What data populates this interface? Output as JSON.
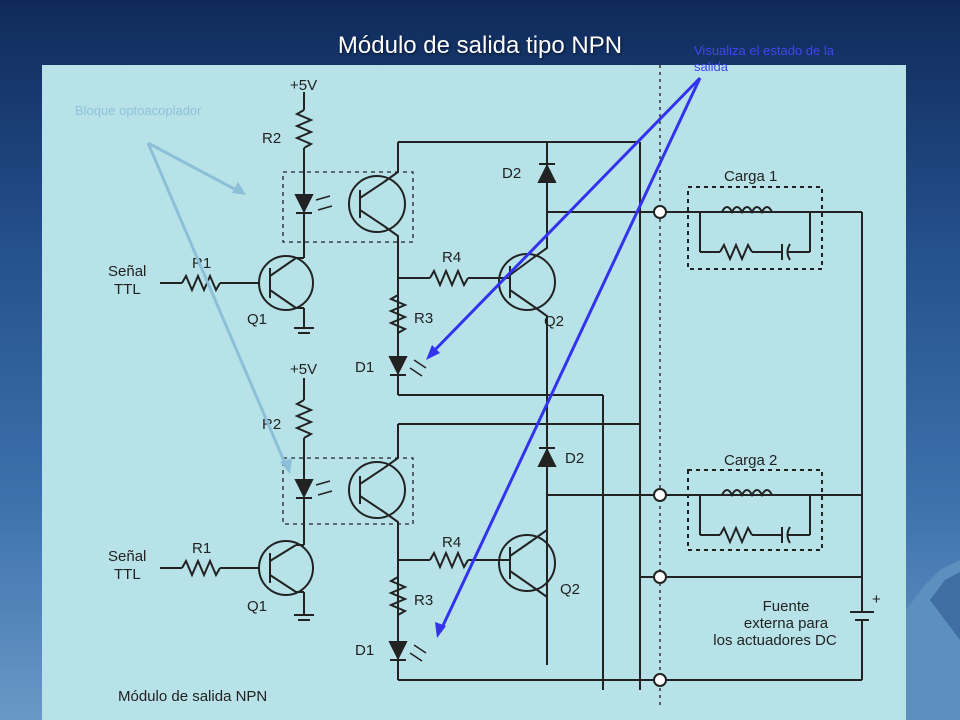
{
  "slide": {
    "title": "Módulo de salida tipo NPN",
    "annotations": {
      "optocoupler": "Bloque optoacoplador",
      "status": "Visualiza el estado de la salida"
    }
  },
  "diagram": {
    "module_label": "Módulo de salida NPN",
    "supply": "+5V",
    "signal_line1": "Señal",
    "signal_line2": "TTL",
    "components": {
      "r1": "R1",
      "r2": "R2",
      "r3": "R3",
      "r4": "R4",
      "q1": "Q1",
      "q2": "Q2",
      "d1": "D1",
      "d2": "D2"
    },
    "loads": [
      "Carga 1",
      "Carga 2"
    ],
    "source_lines": [
      "Fuente",
      "externa para",
      "los actuadores DC"
    ],
    "polarity": "+"
  },
  "colors": {
    "background": "#2f5f9e",
    "diagram_bg": "#b7e3e8",
    "wire": "#222222",
    "arrow_blue": "#3333ee",
    "arrow_light": "#8cc0d8"
  }
}
